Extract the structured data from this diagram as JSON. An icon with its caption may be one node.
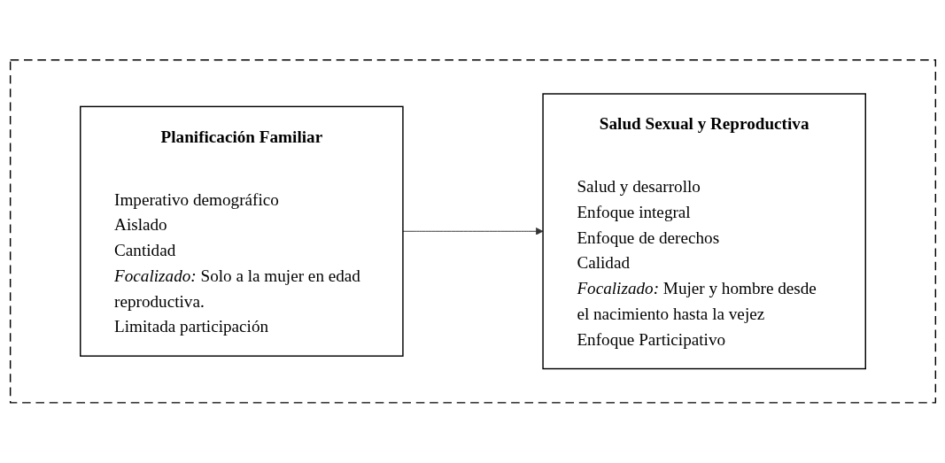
{
  "diagram": {
    "nodes": [
      {
        "text": [],
        "shape": "box"
      },
      {
        "text": [
          "Planificación Familiar",
          "Imperativo demográfico",
          "Aislado",
          "Cantidad",
          "*Focalizado:* Solo a la mujer en edad reproductiva.",
          "Limitada participación"
        ],
        "in": 0
      },
      {
        "text": [
          "Salud Sexual y Reproductiva",
          "Salud y desarrollo",
          "Enfoque integral",
          "Enfoque de derechos",
          "Calidad",
          "*Focalizado:* Mujer y hombre desde el nacimiento hasta la vejez",
          "Enfoque Participativo"
        ],
        "in": 0
      }
    ],
    "edges": [
      {
        "from": 1,
        "to": 2,
        "arrow": "to"
      }
    ]
  }
}
